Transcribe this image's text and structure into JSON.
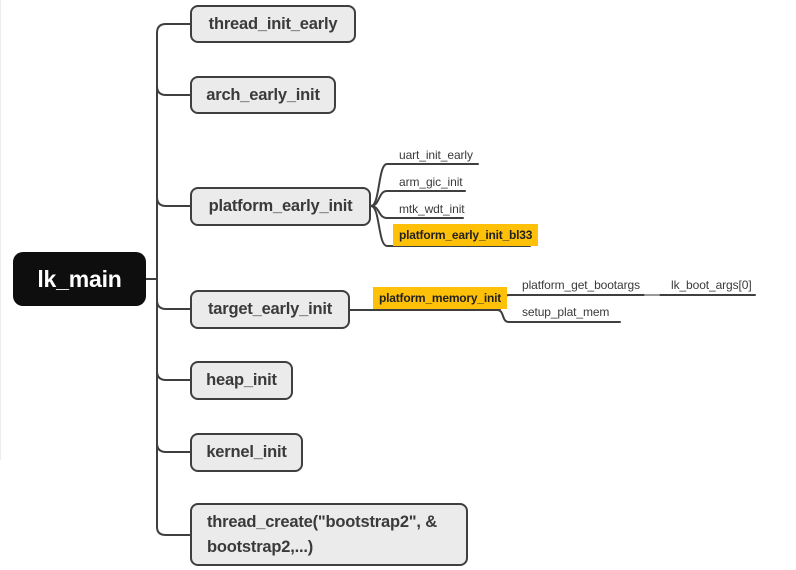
{
  "diagram": {
    "root": {
      "label": "lk_main"
    },
    "children": [
      {
        "label": "thread_init_early"
      },
      {
        "label": "arch_early_init"
      },
      {
        "label": "platform_early_init",
        "children": [
          {
            "label": "uart_init_early"
          },
          {
            "label": "arm_gic_init"
          },
          {
            "label": "mtk_wdt_init"
          },
          {
            "label": "platform_early_init_bl33",
            "highlighted": true
          }
        ]
      },
      {
        "label": "target_early_init",
        "children": [
          {
            "label": "platform_memory_init",
            "highlighted": true,
            "children": [
              {
                "label": "platform_get_bootargs",
                "children": [
                  {
                    "label": "lk_boot_args[0]"
                  }
                ]
              },
              {
                "label": "setup_plat_mem"
              }
            ]
          }
        ]
      },
      {
        "label": "heap_init"
      },
      {
        "label": "kernel_init"
      },
      {
        "label": "thread_create(\"bootstrap2\", & bootstrap2,...)"
      }
    ],
    "colors": {
      "highlight": "#FFC107",
      "node_fill": "#ebebeb",
      "node_border": "#3f3f3f",
      "root_fill": "#0e0e0e",
      "root_text": "#ffffff",
      "text": "#3a3a3a",
      "line": "#3f3f3f"
    }
  }
}
